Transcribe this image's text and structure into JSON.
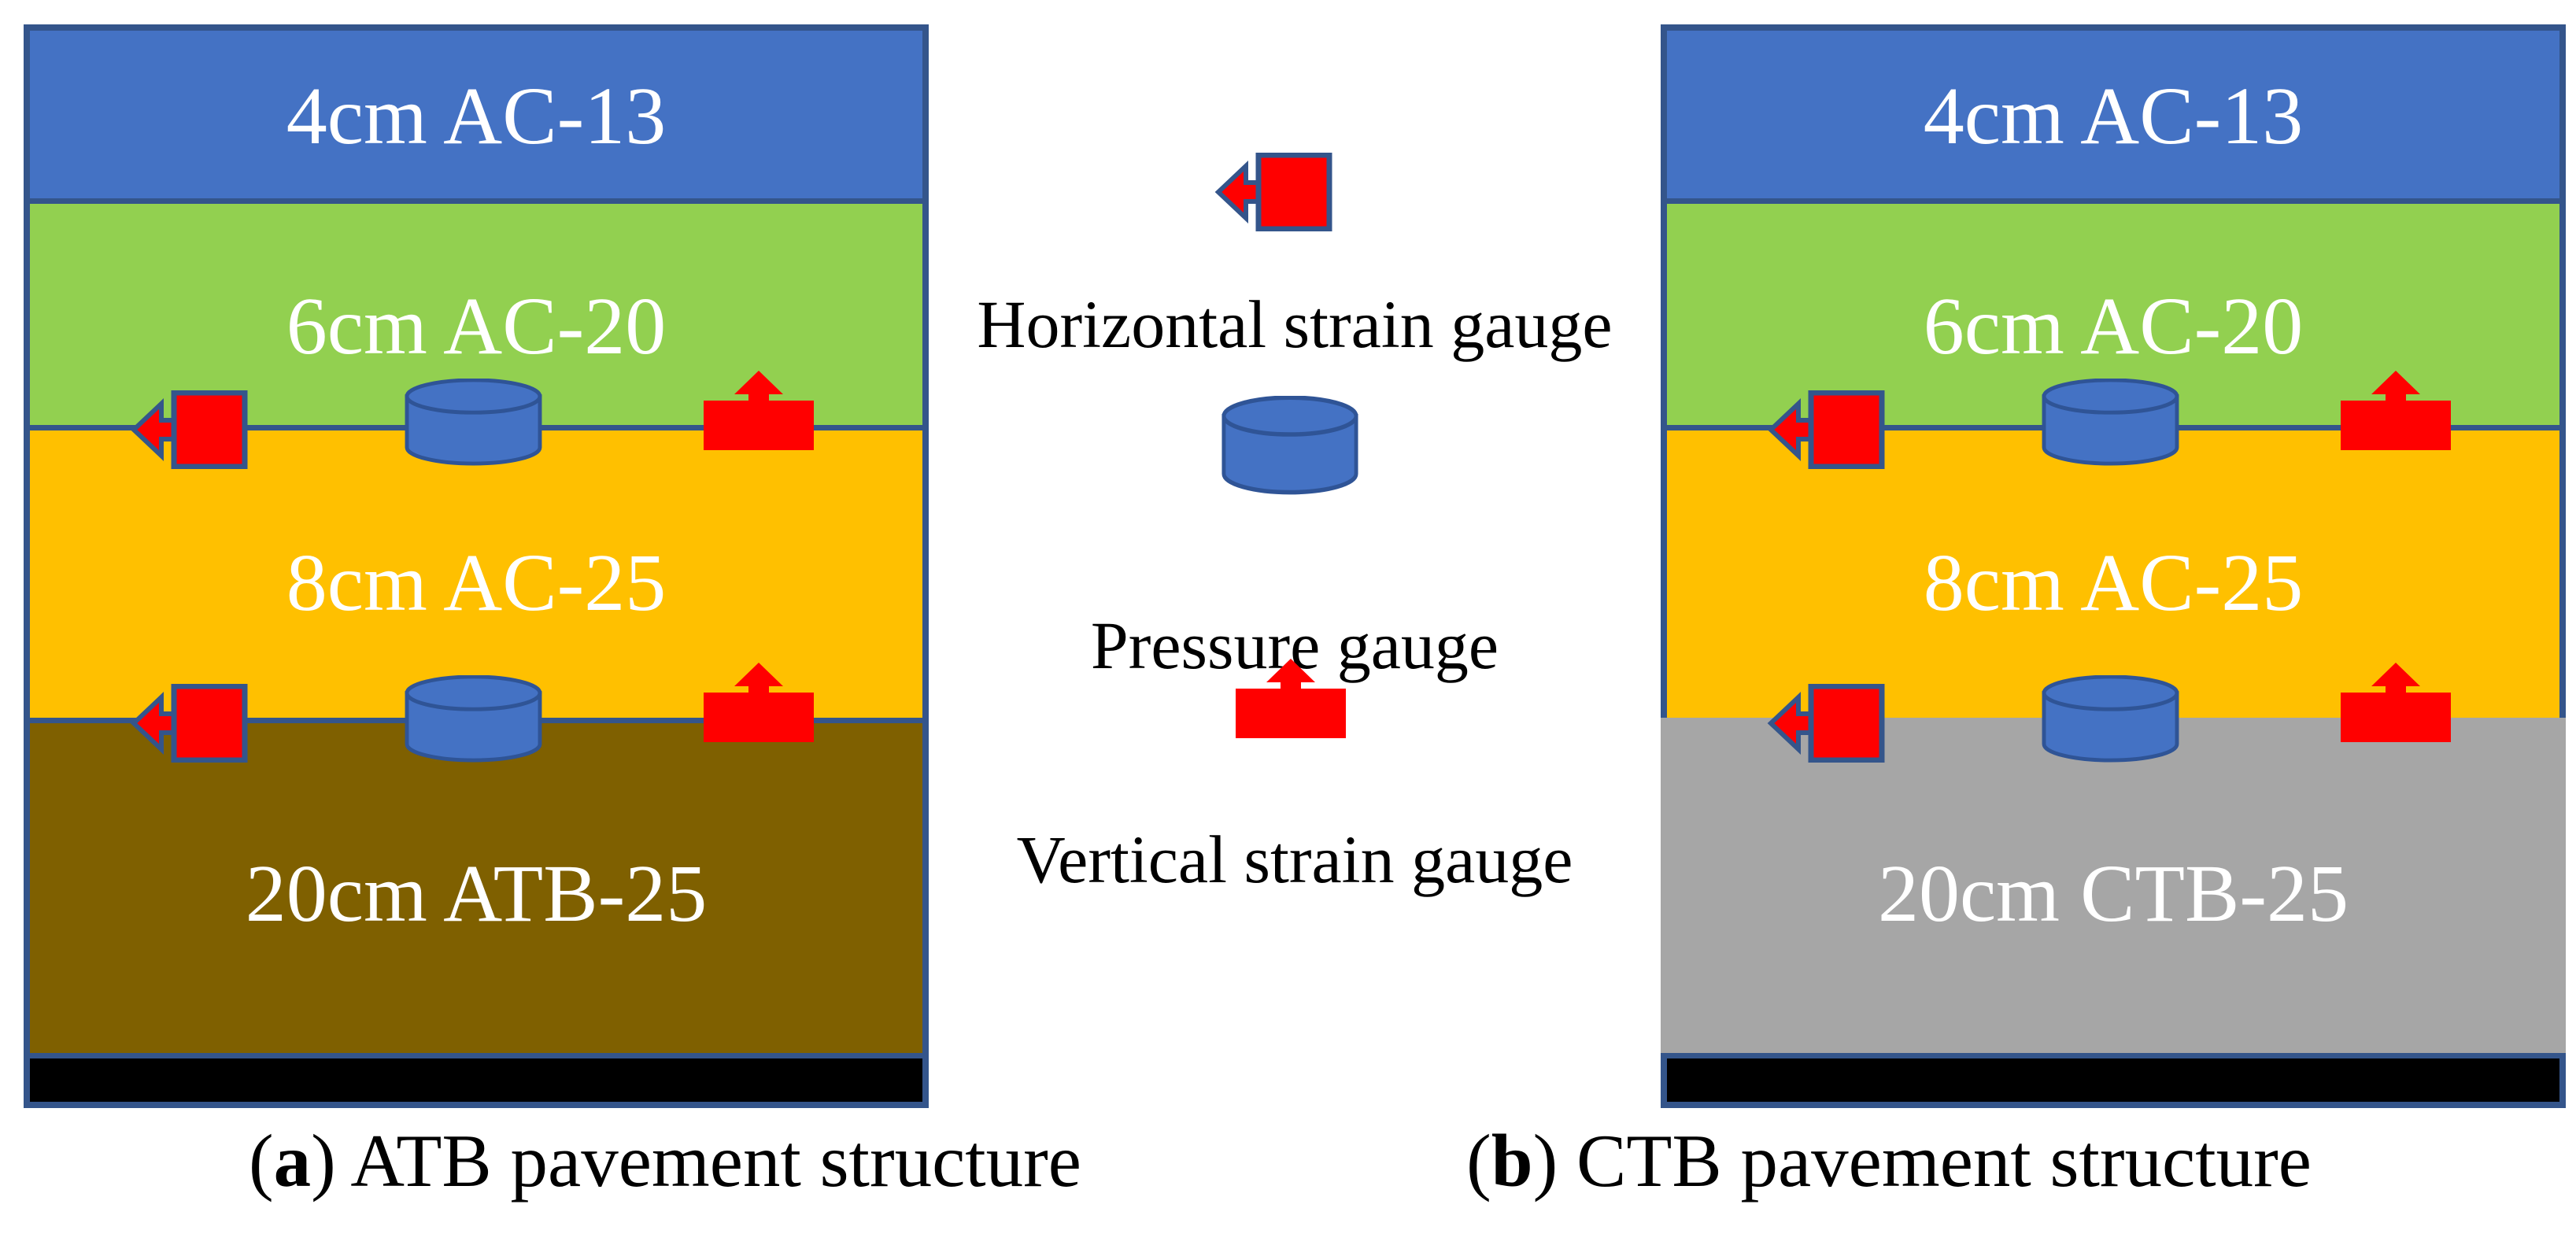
{
  "figure": {
    "panels": [
      {
        "id": "a",
        "layers": [
          {
            "name": "surface-course",
            "label": "4cm AC-13",
            "color": "#4472C4"
          },
          {
            "name": "middle-course",
            "label": "6cm AC-20",
            "color": "#92D050"
          },
          {
            "name": "bottom-course",
            "label": "8cm AC-25",
            "color": "#FFC000"
          },
          {
            "name": "base-course",
            "label": "20cm ATB-25",
            "color": "#7F6000"
          },
          {
            "name": "subgrade",
            "label": "",
            "color": "#000000"
          }
        ],
        "caption": {
          "open": "(",
          "letter": "a",
          "close": ") ",
          "text": "ATB pavement structure"
        }
      },
      {
        "id": "b",
        "layers": [
          {
            "name": "surface-course",
            "label": "4cm AC-13",
            "color": "#4472C4"
          },
          {
            "name": "middle-course",
            "label": "6cm AC-20",
            "color": "#92D050"
          },
          {
            "name": "bottom-course",
            "label": "8cm AC-25",
            "color": "#FFC000"
          },
          {
            "name": "base-course",
            "label": "20cm CTB-25",
            "color": "#A6A6A6"
          },
          {
            "name": "subgrade",
            "label": "",
            "color": "#000000"
          }
        ],
        "caption": {
          "open": "(",
          "letter": "b",
          "close": ") ",
          "text": "CTB pavement structure"
        }
      }
    ],
    "legend": [
      {
        "icon": "horizontal-strain-gauge-icon",
        "label": "Horizontal strain gauge"
      },
      {
        "icon": "pressure-gauge-icon",
        "label": "Pressure gauge"
      },
      {
        "icon": "vertical-strain-gauge-icon",
        "label": "Vertical strain gauge"
      }
    ],
    "colors": {
      "layer_blue": "#4472C4",
      "layer_green": "#92D050",
      "layer_orange": "#FFC000",
      "layer_brown": "#7F6000",
      "layer_gray": "#A6A6A6",
      "outline_navy": "#34558B",
      "sensor_red": "#FF0000",
      "subgrade_black": "#000000"
    }
  }
}
